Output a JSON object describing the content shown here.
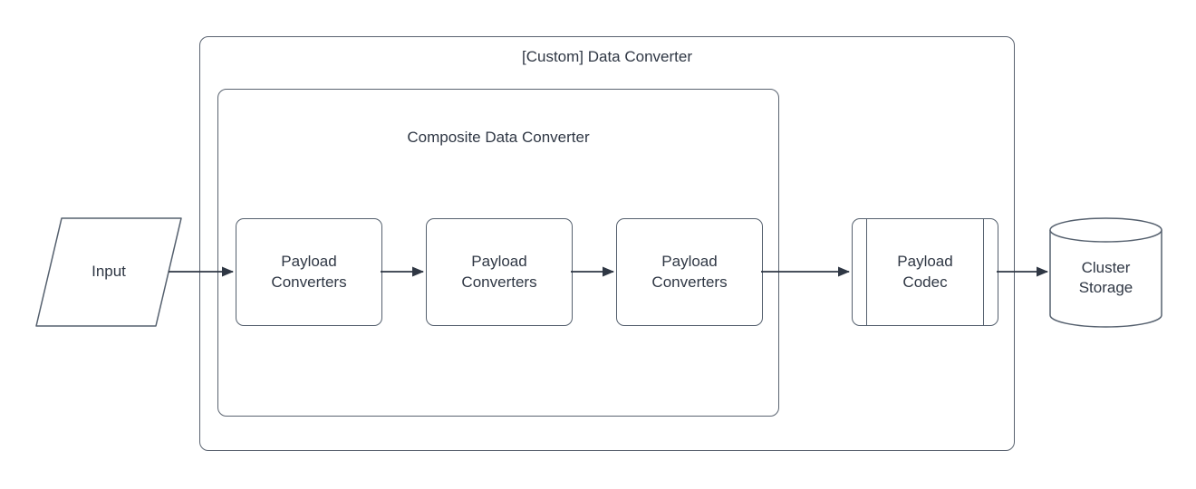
{
  "diagram": {
    "outer_group": {
      "title": "[Custom] Data Converter"
    },
    "inner_group": {
      "title": "Composite Data Converter"
    },
    "nodes": {
      "input": {
        "label": "Input",
        "shape": "parallelogram"
      },
      "payload_converter_1": {
        "label": "Payload Converters",
        "shape": "rounded-rectangle"
      },
      "payload_converter_2": {
        "label": "Payload Converters",
        "shape": "rounded-rectangle"
      },
      "payload_converter_3": {
        "label": "Payload Converters",
        "shape": "rounded-rectangle"
      },
      "payload_codec": {
        "label": "Payload Codec",
        "shape": "predefined-process"
      },
      "cluster_storage": {
        "label": "Cluster Storage",
        "shape": "cylinder"
      }
    },
    "edges": [
      {
        "from": "input",
        "to": "payload_converter_1"
      },
      {
        "from": "payload_converter_1",
        "to": "payload_converter_2"
      },
      {
        "from": "payload_converter_2",
        "to": "payload_converter_3"
      },
      {
        "from": "payload_converter_3",
        "to": "payload_codec"
      },
      {
        "from": "payload_codec",
        "to": "cluster_storage"
      }
    ],
    "colors": {
      "background": "#ffffff",
      "shape_stroke": "#55606e",
      "group_stroke": "#5a6370",
      "arrow": "#2f3744",
      "text": "#2f3744"
    }
  }
}
